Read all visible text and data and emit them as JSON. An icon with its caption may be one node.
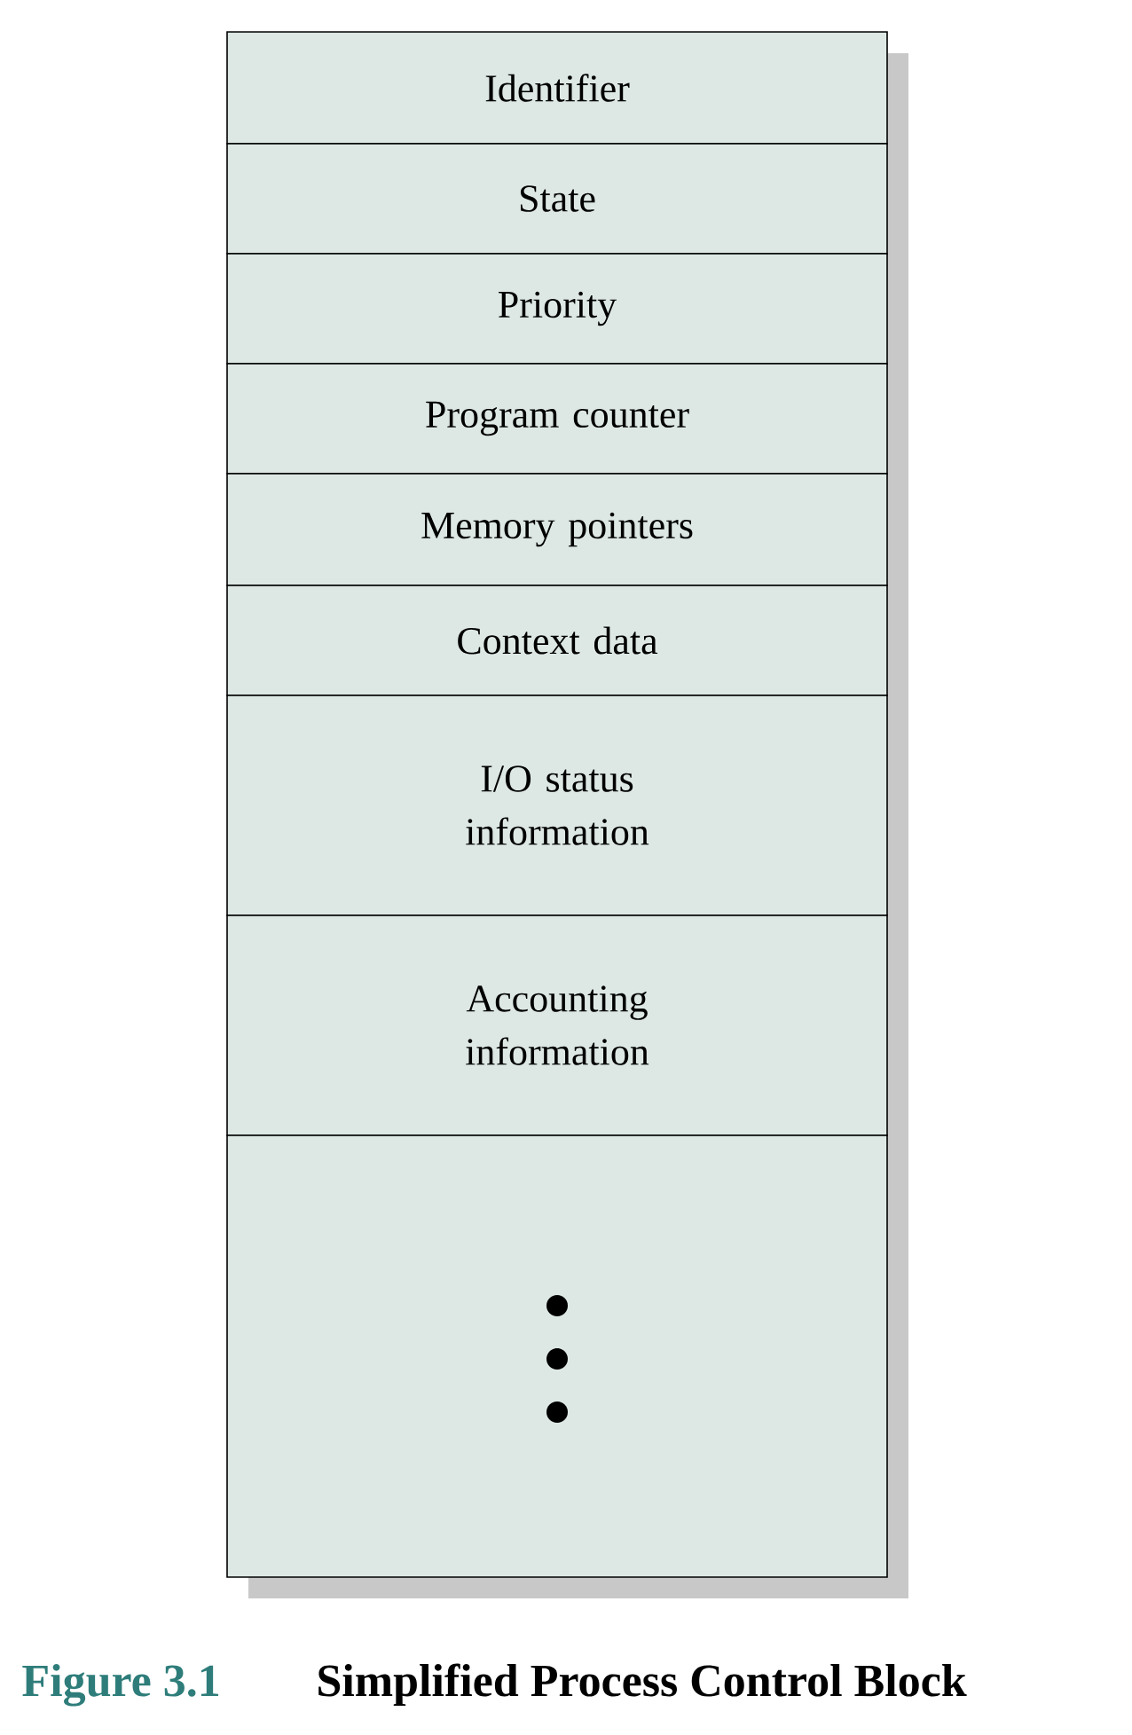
{
  "diagram": {
    "caption": "Simplified Process Control Block",
    "nodes": [
      {
        "text": [
          "Identifier"
        ]
      },
      {
        "text": [
          "State"
        ]
      },
      {
        "text": [
          "Priority"
        ]
      },
      {
        "text": [
          "Program counter"
        ]
      },
      {
        "text": [
          "Memory pointers"
        ]
      },
      {
        "text": [
          "Context data"
        ]
      },
      {
        "text": [
          "I/O status information"
        ]
      },
      {
        "text": [
          "Accounting information"
        ]
      },
      {
        "text": [],
        "shape": "box"
      }
    ],
    "labels": [
      "Figure 3.1"
    ]
  }
}
